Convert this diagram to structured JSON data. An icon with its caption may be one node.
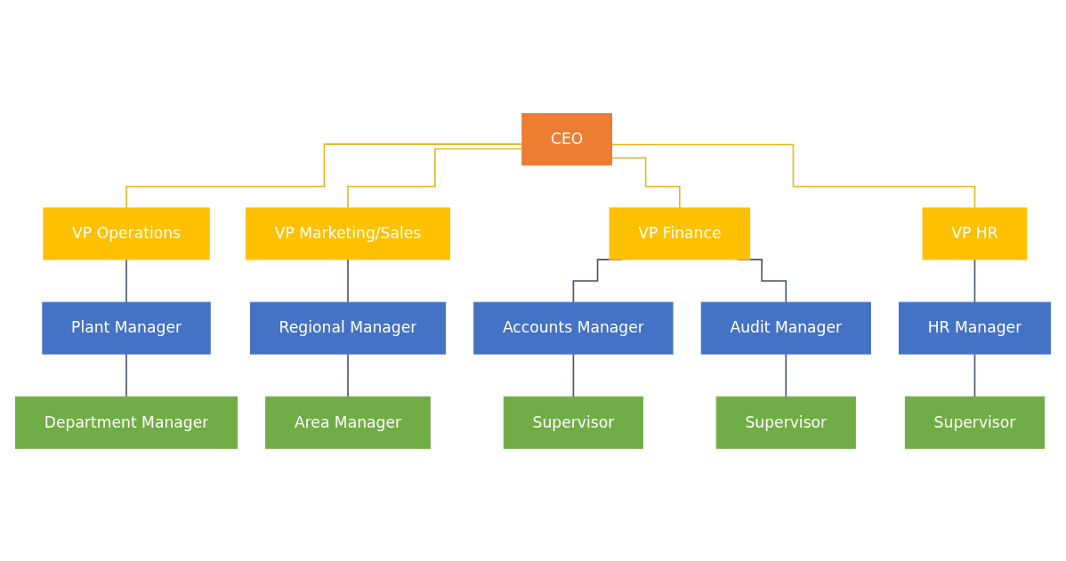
{
  "diagram": {
    "nodes": [
      {
        "text": [
          "CEO"
        ]
      },
      {
        "text": [
          "VP Operations"
        ]
      },
      {
        "text": [
          "VP Marketing/Sales"
        ]
      },
      {
        "text": [
          "VP Finance"
        ]
      },
      {
        "text": [
          "VP HR"
        ]
      },
      {
        "text": [
          "Plant Manager"
        ]
      },
      {
        "text": [
          "Regional Manager"
        ]
      },
      {
        "text": [
          "Accounts Manager"
        ]
      },
      {
        "text": [
          "Audit Manager"
        ]
      },
      {
        "text": [
          "HR Manager"
        ]
      },
      {
        "text": [
          "Department Manager"
        ]
      },
      {
        "text": [
          "Area Manager"
        ]
      },
      {
        "text": [
          "Supervisor"
        ]
      },
      {
        "text": [
          "Supervisor"
        ]
      },
      {
        "text": [
          "Supervisor"
        ]
      }
    ],
    "edges": [
      {
        "from": 0,
        "to": 1,
        "arrow": "none",
        "color": "#e6b422"
      },
      {
        "from": 0,
        "to": 2,
        "arrow": "none",
        "color": "#e6b422"
      },
      {
        "from": 0,
        "to": 3,
        "arrow": "none",
        "color": "#e6b422"
      },
      {
        "from": 0,
        "to": 4,
        "arrow": "none",
        "color": "#e6b422"
      },
      {
        "from": 1,
        "to": 5,
        "arrow": "none"
      },
      {
        "from": 2,
        "to": 6,
        "arrow": "none"
      },
      {
        "from": 3,
        "to": 7,
        "arrow": "none"
      },
      {
        "from": 3,
        "to": 8,
        "arrow": "none"
      },
      {
        "from": 4,
        "to": 9,
        "arrow": "none"
      },
      {
        "from": 5,
        "to": 10,
        "arrow": "none"
      },
      {
        "from": 6,
        "to": 11,
        "arrow": "none"
      },
      {
        "from": 7,
        "to": 12,
        "arrow": "none"
      },
      {
        "from": 8,
        "to": 13,
        "arrow": "none"
      },
      {
        "from": 9,
        "to": 14,
        "arrow": "none"
      }
    ]
  }
}
